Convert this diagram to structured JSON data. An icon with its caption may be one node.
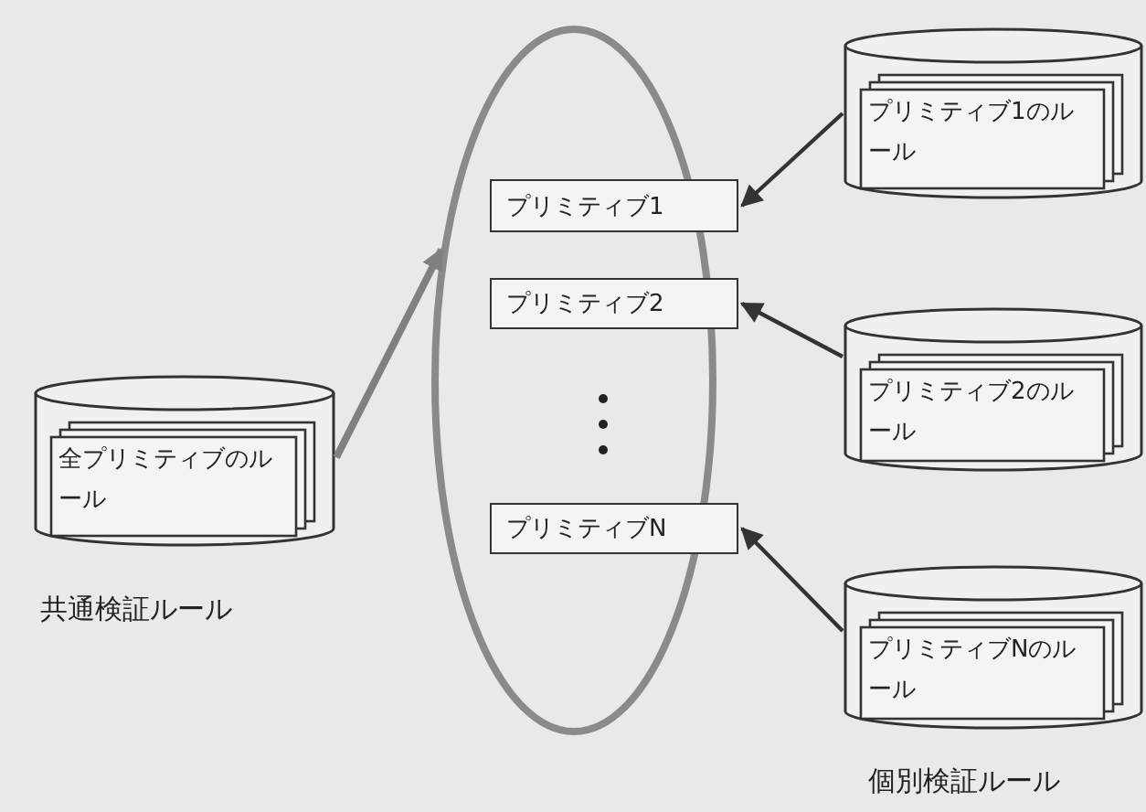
{
  "diagram": {
    "nodes": [
      {
        "text": [],
        "shape": "ellipse"
      },
      {
        "text": [
          "プリミティブ1"
        ],
        "in": 0
      },
      {
        "text": [
          "プリミティブ2"
        ],
        "in": 0
      },
      {
        "text": [
          "プリミティブN"
        ],
        "in": 0
      },
      {
        "text": [
          "全プリミティブのルール"
        ],
        "beside": [
          "共通検証ルール"
        ]
      },
      {
        "text": [
          "プリミティブ1のルール"
        ]
      },
      {
        "text": [
          "プリミティブ2のルール"
        ]
      },
      {
        "text": [
          "プリミティブNのルール"
        ]
      }
    ],
    "edges": [
      {
        "from": 4,
        "to": 0,
        "arrow": "to",
        "style": "thick",
        "color": "#808080"
      },
      {
        "from": 5,
        "to": 1,
        "arrow": "to"
      },
      {
        "from": 6,
        "to": 2,
        "arrow": "to"
      },
      {
        "from": 7,
        "to": 3,
        "arrow": "to"
      }
    ],
    "labels": [
      "個別検証ルール"
    ]
  }
}
